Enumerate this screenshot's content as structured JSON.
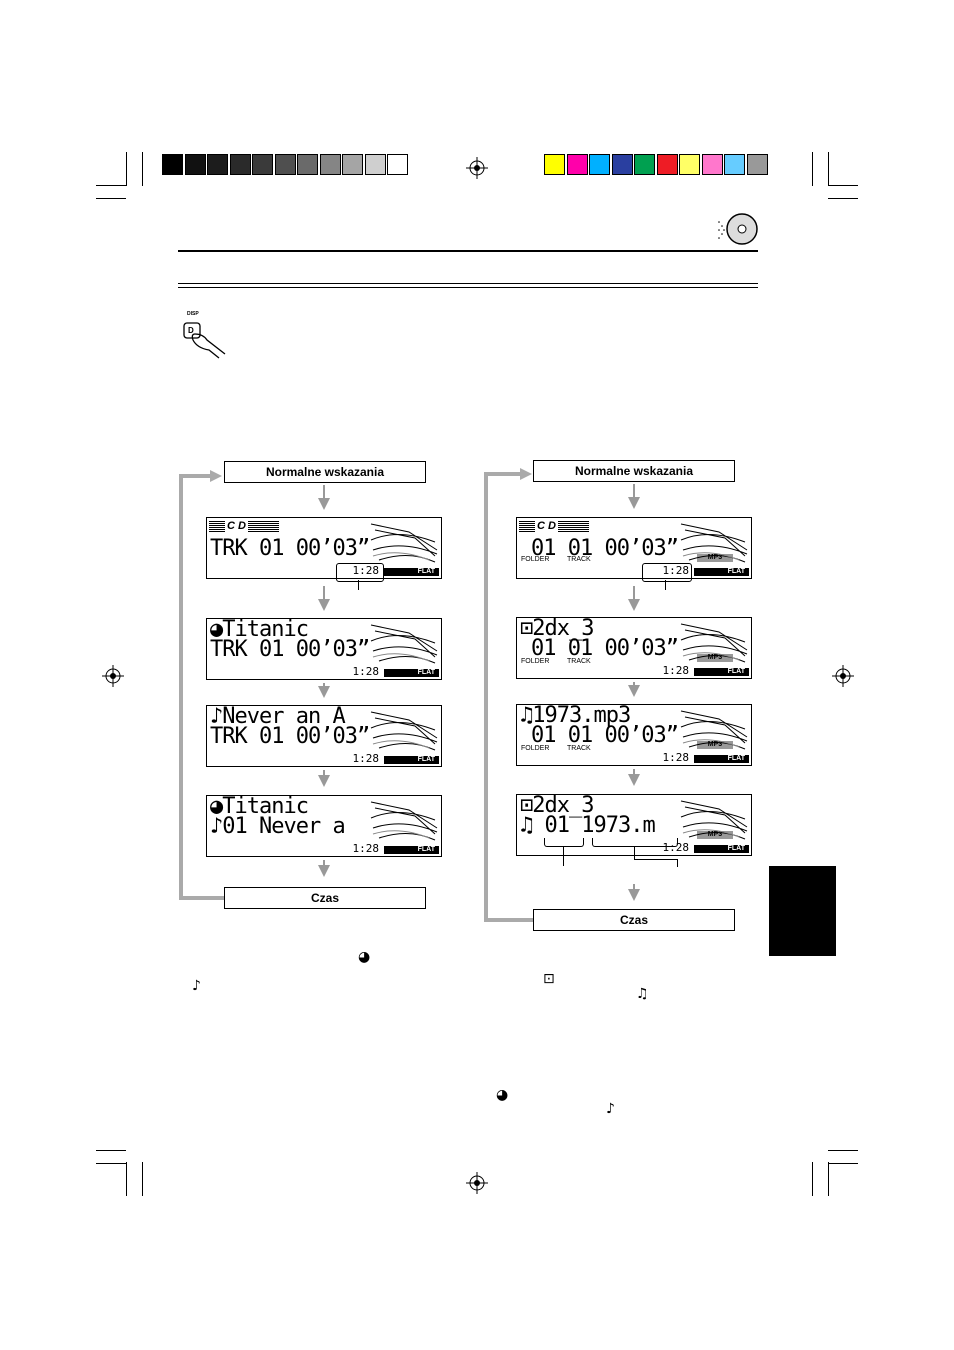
{
  "swatches": {
    "gray": [
      "#000000",
      "#111111",
      "#1c1c1c",
      "#2a2a2a",
      "#3a3a3a",
      "#4f4f4f",
      "#6a6a6a",
      "#858585",
      "#a5a5a5",
      "#cfcfcf",
      "#ffffff"
    ],
    "color": [
      "#ffff00",
      "#ff00aa",
      "#00b0ff",
      "#2a3fa0",
      "#00a050",
      "#ee1c25",
      "#ffff66",
      "#ff77cc",
      "#66ccff",
      "#999999"
    ]
  },
  "left_flow": {
    "top_label": "Normalne wskazania",
    "bottom_label": "Czas",
    "screens": [
      {
        "line1": "",
        "line2": "TRK 01 00’03”",
        "time": "1:28",
        "flat": "FLAT",
        "logo": "C D"
      },
      {
        "line1": "Titanic",
        "line2": "TRK 01 00’03”",
        "time": "1:28",
        "flat": "FLAT"
      },
      {
        "line1": "Never an A",
        "line2": "TRK 01 00’03”",
        "time": "1:28",
        "flat": "FLAT"
      },
      {
        "line1": "Titanic",
        "line2": "01 Never a",
        "time": "1:28",
        "flat": "FLAT"
      }
    ]
  },
  "right_flow": {
    "top_label": "Normalne wskazania",
    "bottom_label": "Czas",
    "folder_label": "FOLDER",
    "track_label": "TRACK",
    "mp3_label": "MP3",
    "screens": [
      {
        "line1": "",
        "line2": "01 01 00’03”",
        "time": "1:28",
        "flat": "FLAT",
        "logo": "C D"
      },
      {
        "line1": "2dx_3",
        "line2": "01 01 00’03”",
        "time": "1:28",
        "flat": "FLAT"
      },
      {
        "line1": "1973.mp3",
        "line2": "01 01 00’03”",
        "time": "1:28",
        "flat": "FLAT"
      },
      {
        "line1": "2dx_3",
        "line2": "01 1973.m",
        "time": "1:28",
        "flat": "FLAT"
      }
    ]
  },
  "disp_button": {
    "top_text": "DISP",
    "key_text": "D"
  }
}
